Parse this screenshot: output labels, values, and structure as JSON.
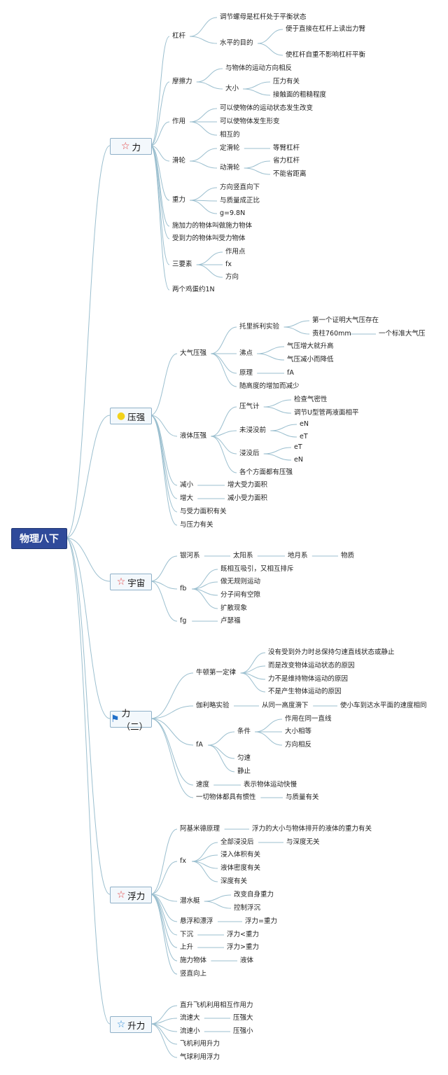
{
  "root": {
    "label": "物理八下"
  },
  "topics": [
    {
      "label": "力",
      "icon": "star-outline-icon",
      "icon_char": "☆",
      "icon_color": "#e23b3b",
      "items": [
        "杠杆",
        "调节螺母是杠杆处于平衡状态",
        "水平的目的",
        "便于直接在杠杆上读出力臂",
        "使杠杆自重不影响杠杆平衡",
        "摩擦力",
        "与物体的运动方向相反",
        "大小",
        "压力有关",
        "接触面的粗糙程度",
        "作用",
        "可以使物体的运动状态发生改变",
        "可以使物体发生形变",
        "相互的",
        "滑轮",
        "定滑轮",
        "等臂杠杆",
        "动滑轮",
        "省力杠杆",
        "不能省距离",
        "重力",
        "方向竖直向下",
        "与质量成正比",
        "g=9.8N",
        "施加力的物体叫做施力物体",
        "受到力的物体叫受力物体",
        "三要素",
        "作用点",
        "fx",
        "方向",
        "两个鸡蛋约1N"
      ]
    },
    {
      "label": "压强",
      "icon": "bulb-icon",
      "icon_char": "●",
      "icon_color": "#f2d21b",
      "items": [
        "大气压强",
        "托里拆利实验",
        "第一个证明大气压存在",
        "责柱760mm",
        "一个标准大气压",
        "沸点",
        "气压增大就升高",
        "气压减小而降低",
        "原理",
        "fA",
        "随高度的增加而减少",
        "液体压强",
        "压气计",
        "检查气密性",
        "调节U型管两液面相平",
        "未浸没前",
        "eN",
        "eT",
        "浸没后",
        "eT",
        "eN",
        "各个方面都有压强",
        "减小",
        "增大受力面积",
        "增大",
        "减小受力面积",
        "与受力面积有关",
        "与压力有关"
      ]
    },
    {
      "label": "宇宙",
      "icon": "star-outline-icon",
      "icon_char": "☆",
      "icon_color": "#e23b3b",
      "items": [
        "银河系",
        "太阳系",
        "地月系",
        "物质",
        "fb",
        "既相互吸引，又相互排斥",
        "做无规则运动",
        "分子间有空隙",
        "扩散现象",
        "fg",
        "卢瑟福"
      ]
    },
    {
      "label": "力（二）",
      "icon": "flag-icon",
      "icon_char": "⚑",
      "icon_color": "#1f6fc9",
      "items": [
        "牛顿第一定律",
        "没有受到外力时总保持匀速直线状态或静止",
        "而是改变物体运动状态的原因",
        "力不是维持物体运动的原因",
        "不是产生物体运动的原因",
        "伽利略实验",
        "从同一高度滑下",
        "使小车到达水平面的速度相同",
        "fA",
        "条件",
        "作用在同一直线",
        "大小相等",
        "方向相反",
        "匀速",
        "静止",
        "速度",
        "表示物体运动快慢",
        "一切物体都具有惯性",
        "与质量有关"
      ]
    },
    {
      "label": "浮力",
      "icon": "star-outline-icon",
      "icon_char": "☆",
      "icon_color": "#e23b3b",
      "items": [
        "阿基米德原理",
        "浮力的大小与物体排开的液体的重力有关",
        "fx",
        "全部浸没后",
        "与深度无关",
        "浸入体积有关",
        "液体密度有关",
        "深度有关",
        "潜水艇",
        "改变自身重力",
        "控制浮沉",
        "悬浮和漂浮",
        "浮力=重力",
        "下沉",
        "浮力<重力",
        "上升",
        "浮力>重力",
        "施力物体",
        "液体",
        "竖直向上"
      ]
    },
    {
      "label": "升力",
      "icon": "star-outline-icon",
      "icon_char": "☆",
      "icon_color": "#2a8ad8",
      "items": [
        "直升飞机利用相互作用力",
        "流速大",
        "压强大",
        "流速小",
        "压强小",
        "飞机利用升力",
        "气球利用浮力"
      ]
    }
  ]
}
